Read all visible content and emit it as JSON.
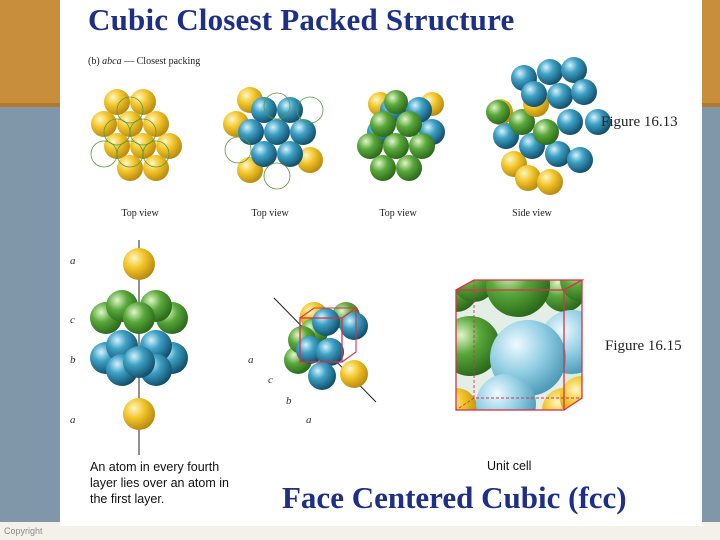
{
  "slide": {
    "title": "Cubic Closest Packed Structure",
    "subtitle_prefix": "(b) ",
    "subtitle_italic": "abca",
    "subtitle_suffix": " — Closest packing",
    "figure_top": "Figure 16.13",
    "figure_bottom": "Figure 16.15",
    "view_labels": [
      "Top view",
      "Top view",
      "Top view",
      "Side view"
    ],
    "layer_labels": [
      "a",
      "c",
      "b",
      "a"
    ],
    "axis_labels": [
      "a",
      "c",
      "b",
      "a"
    ],
    "note": "An atom in every fourth layer lies over an atom in the first layer.",
    "unit_cell_label": "Unit cell",
    "fcc_title": "Face Centered Cubic (fcc)"
  },
  "footer": {
    "copyright": "Copyright"
  },
  "colors": {
    "title": "#1d2f86",
    "layer_a": "#f2c62a",
    "layer_b": "#2e8fb3",
    "layer_c": "#5aa83c",
    "cell_edge": "#d6324a"
  }
}
